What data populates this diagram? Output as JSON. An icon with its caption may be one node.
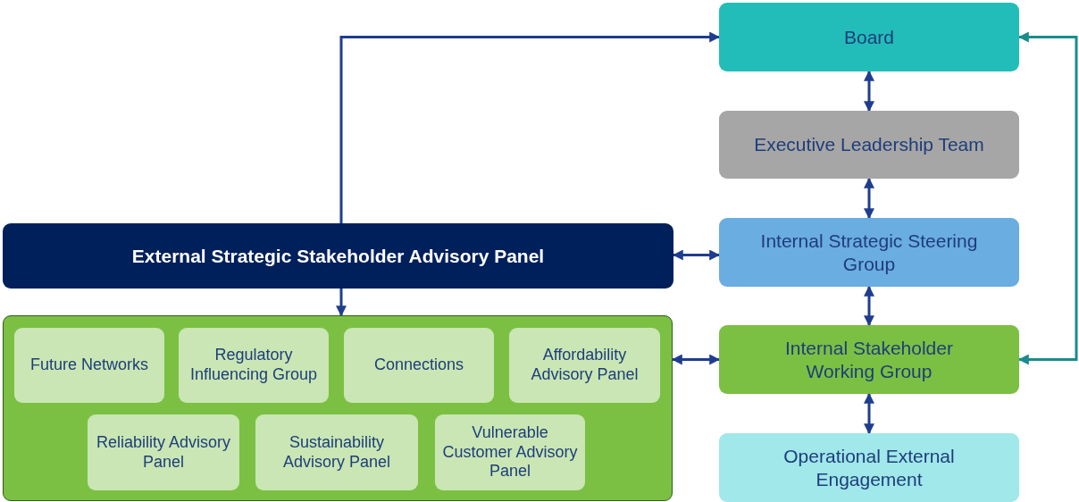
{
  "diagram": {
    "nodes": [
      {
        "text": [
          "Board"
        ]
      },
      {
        "text": [
          "Executive Leadership Team"
        ]
      },
      {
        "text": [
          "Internal Strategic Steering Group"
        ]
      },
      {
        "text": [
          "Internal Stakeholder Working Group"
        ]
      },
      {
        "text": [
          "Operational External Engagement"
        ]
      },
      {
        "text": [
          "External Strategic Stakeholder Advisory Panel"
        ]
      },
      {
        "text": [],
        "shape": "box"
      },
      {
        "text": [
          "Future Networks"
        ],
        "in": 6
      },
      {
        "text": [
          "Regulatory Influencing Group"
        ],
        "in": 6
      },
      {
        "text": [
          "Connections"
        ],
        "in": 6
      },
      {
        "text": [
          "Affordability Advisory Panel"
        ],
        "in": 6
      },
      {
        "text": [
          "Reliability Advisory Panel"
        ],
        "in": 6
      },
      {
        "text": [
          "Sustainability Advisory Panel"
        ],
        "in": 6
      },
      {
        "text": [
          "Vulnerable Customer Advisory Panel"
        ],
        "in": 6
      }
    ],
    "edges": [
      {
        "from": 5,
        "to": 0,
        "arrow": "to"
      },
      {
        "from": 0,
        "to": 1,
        "arrow": "both"
      },
      {
        "from": 1,
        "to": 2,
        "arrow": "both"
      },
      {
        "from": 5,
        "to": 2,
        "arrow": "both"
      },
      {
        "from": 2,
        "to": 3,
        "arrow": "both"
      },
      {
        "from": 5,
        "to": 6,
        "arrow": "to"
      },
      {
        "from": 6,
        "to": 3,
        "arrow": "both"
      },
      {
        "from": 3,
        "to": 4,
        "arrow": "both"
      },
      {
        "from": 3,
        "to": 0,
        "arrow": "both",
        "color": "#1a8c8c"
      }
    ]
  }
}
